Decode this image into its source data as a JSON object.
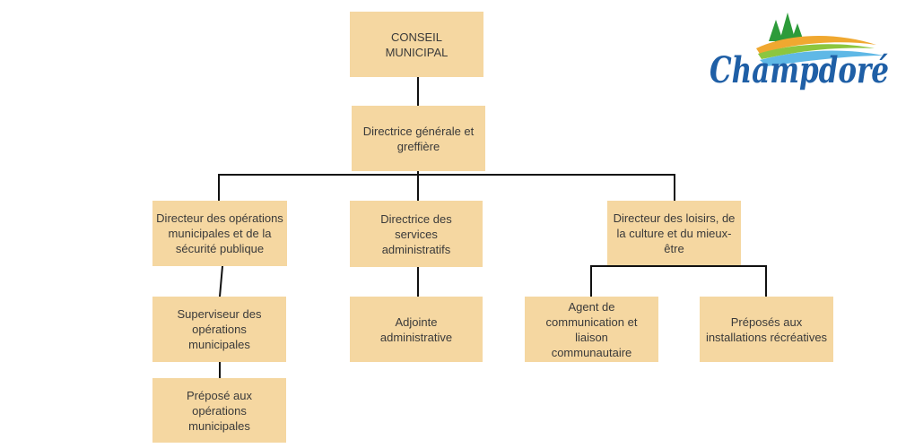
{
  "colors": {
    "box_fill": "#f5d7a1",
    "line": "#111111",
    "text": "#3a3a3a",
    "logo_blue": "#1f5fa6",
    "logo_gold": "#f0a830",
    "logo_green": "#2d9b3a"
  },
  "logo": {
    "text": "Champdoré"
  },
  "org": {
    "council": {
      "label": "CONSEIL MUNICIPAL"
    },
    "dg": {
      "label": "Directrice générale et greffière"
    },
    "dir_ops": {
      "label": "Directeur des opérations municipales et de la sécurité publique"
    },
    "dir_admin": {
      "label": "Directrice des services administratifs"
    },
    "dir_loisirs": {
      "label": "Directeur des loisirs, de la culture et du mieux-être"
    },
    "sup_ops": {
      "label": "Superviseur des opérations municipales"
    },
    "prepose_ops": {
      "label": "Préposé aux opérations municipales"
    },
    "adjointe": {
      "label": "Adjointe administrative"
    },
    "agent_comm": {
      "label": "Agent de communication et liaison communautaire"
    },
    "preposes_inst": {
      "label": "Préposés aux installations récréatives"
    }
  }
}
